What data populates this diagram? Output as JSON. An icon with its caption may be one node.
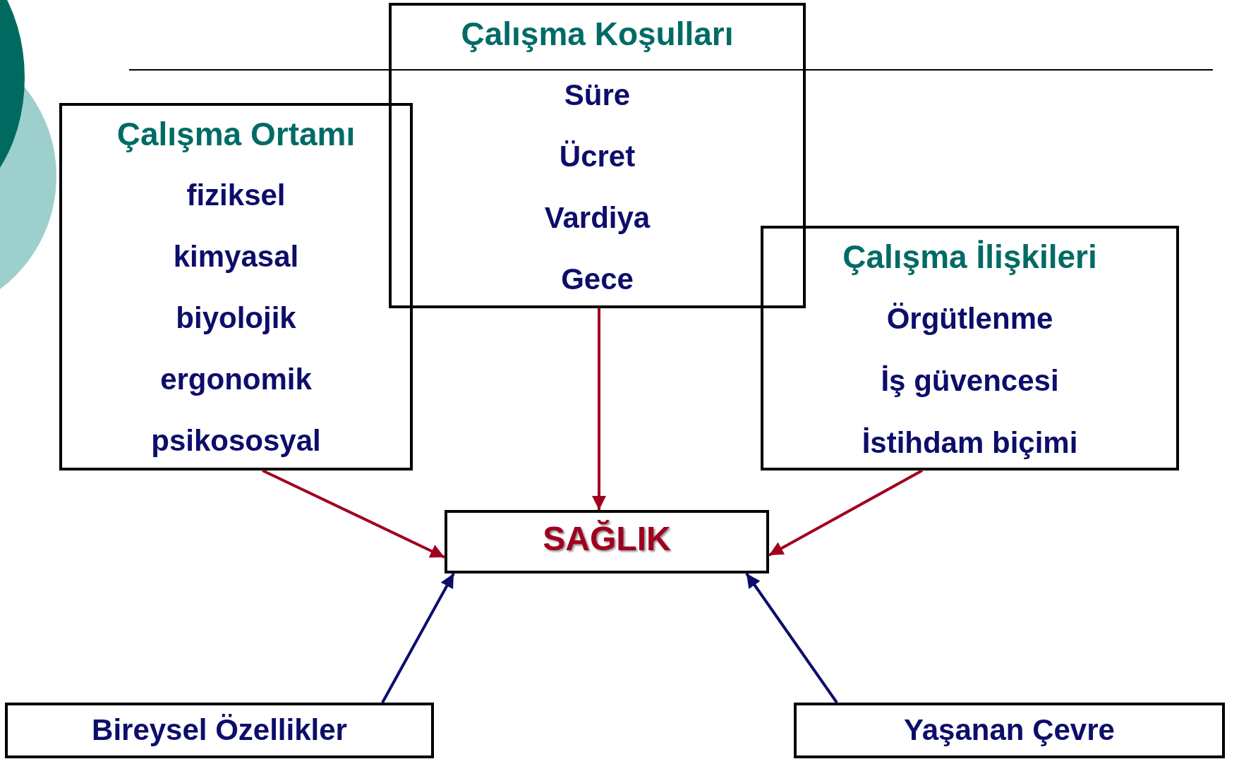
{
  "diagram": {
    "nodes": [
      {
        "text": [
          "Çalışma Koşulları",
          "Süre",
          "Ücret",
          "Vardiya",
          "Gece"
        ]
      },
      {
        "text": [
          "Çalışma Ortamı",
          "fiziksel",
          "kimyasal",
          "biyolojik",
          "ergonomik",
          "psikososyal"
        ]
      },
      {
        "text": [
          "Çalışma İlişkileri",
          "Örgütlenme",
          "İş güvencesi",
          "İstihdam biçimi"
        ]
      },
      {
        "text": [
          "SAĞLIK"
        ]
      },
      {
        "text": [
          "Bireysel Özellikler"
        ]
      },
      {
        "text": [
          "Yaşanan Çevre"
        ]
      }
    ],
    "edges": [
      {
        "from": 1,
        "to": 3,
        "arrow": "to"
      },
      {
        "from": 0,
        "to": 3,
        "arrow": "to"
      },
      {
        "from": 2,
        "to": 3,
        "arrow": "to"
      },
      {
        "from": 4,
        "to": 3,
        "arrow": "to",
        "color": "#0d0d6b"
      },
      {
        "from": 5,
        "to": 3,
        "arrow": "to",
        "color": "#0d0d6b"
      }
    ]
  }
}
